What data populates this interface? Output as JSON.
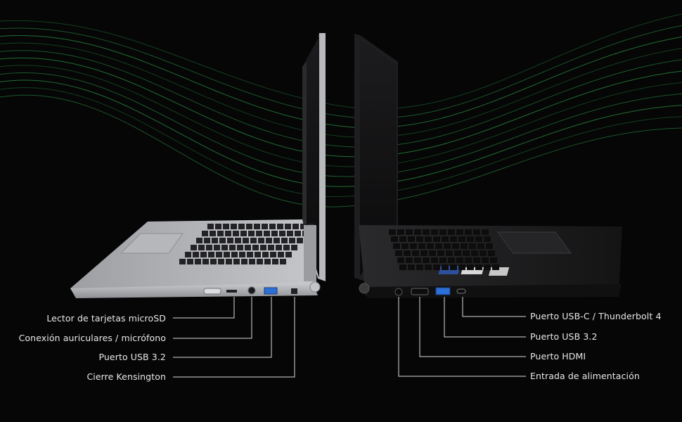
{
  "left_laptop": {
    "ports": [
      {
        "id": "microsd",
        "label": "Lector de tarjetas microSD"
      },
      {
        "id": "audio",
        "label": "Conexión auriculares / micrófono"
      },
      {
        "id": "usb",
        "label": "Puerto USB 3.2"
      },
      {
        "id": "kensington",
        "label": "Cierre Kensington"
      }
    ]
  },
  "right_laptop": {
    "ports": [
      {
        "id": "usbc",
        "label": "Puerto USB-C / Thunderbolt 4"
      },
      {
        "id": "usb",
        "label": "Puerto USB 3.2"
      },
      {
        "id": "hdmi",
        "label": "Puerto HDMI"
      },
      {
        "id": "power",
        "label": "Entrada de alimentación"
      }
    ]
  },
  "colors": {
    "background": "#060606",
    "wave": "#2fa84f",
    "silver_body": "#a9abae",
    "black_body": "#1b1b1c",
    "usb_blue": "#2c6fd6",
    "callout_line": "#d9d9d9"
  }
}
